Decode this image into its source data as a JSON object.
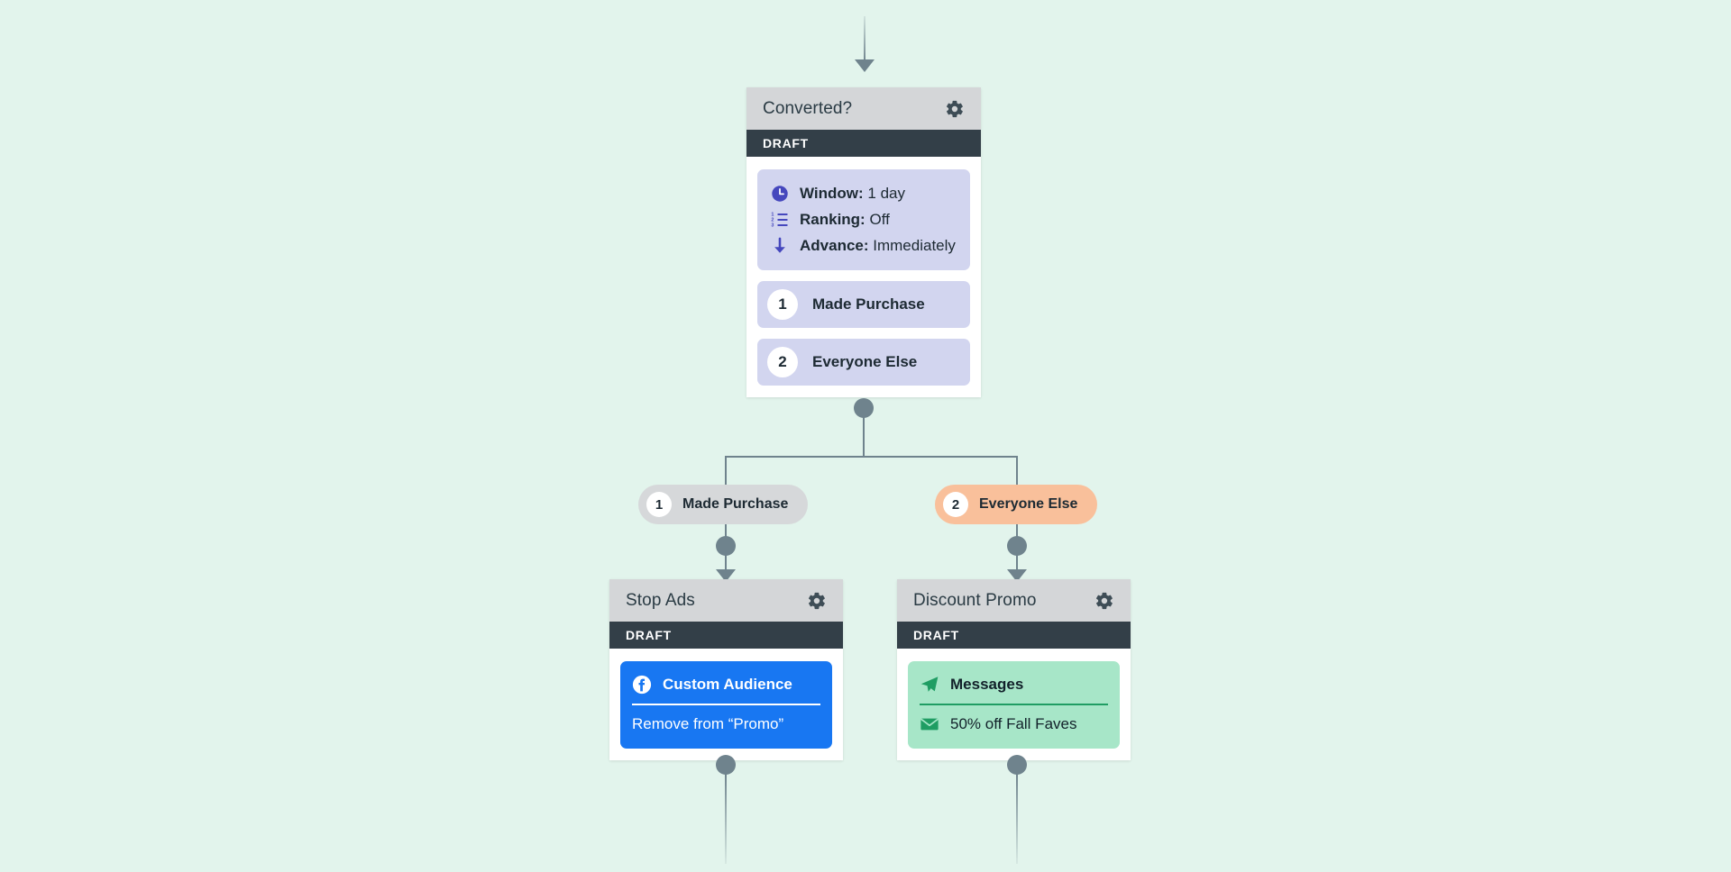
{
  "canvas": {
    "background_color": "#e2f4ec",
    "connector_color": "#6f838d"
  },
  "nodes": {
    "decision": {
      "title": "Converted?",
      "status": "DRAFT",
      "gear_icon": "gear-icon",
      "settings": [
        {
          "icon": "clock-icon",
          "label": "Window:",
          "value": "1 day"
        },
        {
          "icon": "ordered-list-icon",
          "label": "Ranking:",
          "value": "Off"
        },
        {
          "icon": "arrow-down-icon",
          "label": "Advance:",
          "value": "Immediately"
        }
      ],
      "branches": [
        {
          "number": "1",
          "label": "Made Purchase"
        },
        {
          "number": "2",
          "label": "Everyone Else"
        }
      ]
    },
    "branch_pills": [
      {
        "number": "1",
        "label": "Made Purchase",
        "color": "#d6d8da"
      },
      {
        "number": "2",
        "label": "Everyone Else",
        "color": "#f9c09b"
      }
    ],
    "left_action": {
      "title": "Stop Ads",
      "status": "DRAFT",
      "gear_icon": "gear-icon",
      "block": {
        "color": "#1877f2",
        "icon": "facebook-icon",
        "title": "Custom Audience",
        "sub_icon": "",
        "subtitle": "Remove from “Promo”"
      }
    },
    "right_action": {
      "title": "Discount Promo",
      "status": "DRAFT",
      "gear_icon": "gear-icon",
      "block": {
        "color": "#a7e6c8",
        "icon": "paper-plane-icon",
        "title": "Messages",
        "sub_icon": "envelope-icon",
        "subtitle": "50% off Fall Faves"
      }
    }
  }
}
